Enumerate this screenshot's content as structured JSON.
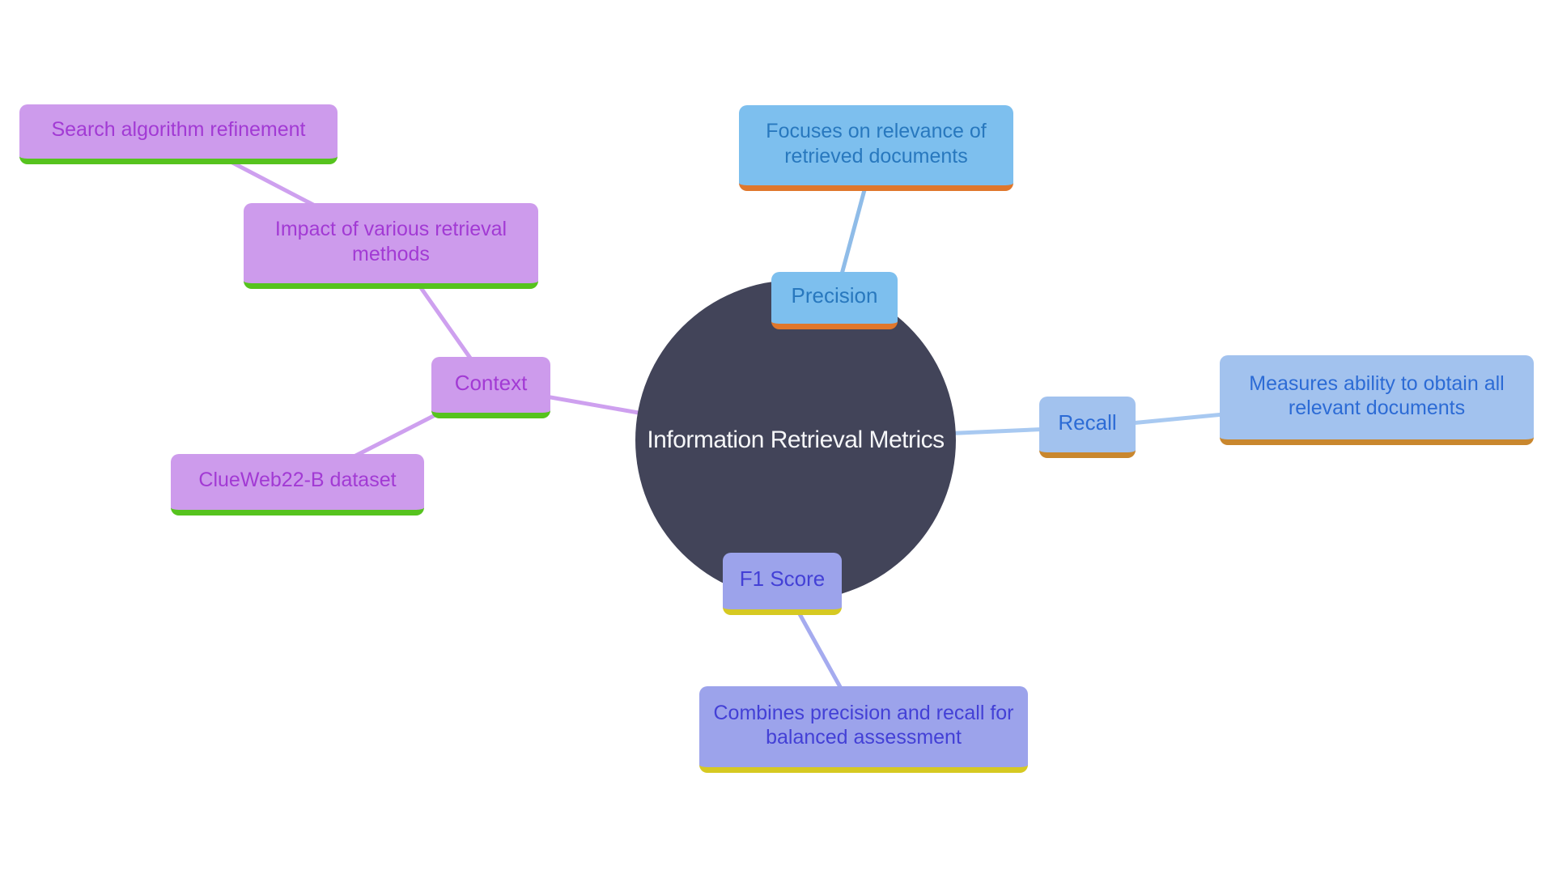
{
  "diagram": {
    "central": {
      "label": "Information Retrieval Metrics"
    },
    "nodes": {
      "precision": {
        "label": "Precision"
      },
      "precision_detail": {
        "label": "Focuses on relevance of retrieved documents"
      },
      "recall": {
        "label": "Recall"
      },
      "recall_detail": {
        "label": "Measures ability to obtain all relevant documents"
      },
      "f1": {
        "label": "F1 Score"
      },
      "f1_detail": {
        "label": "Combines precision and recall for balanced assessment"
      },
      "context": {
        "label": "Context"
      },
      "context_impact": {
        "label": "Impact of various retrieval methods"
      },
      "context_search": {
        "label": "Search algorithm refinement"
      },
      "context_dataset": {
        "label": "ClueWeb22-B dataset"
      }
    },
    "colors": {
      "central_circle": "#424459",
      "central_text": "#F5F6F8",
      "precision_bg": "#7DBFEE",
      "precision_text": "#2878BE",
      "precision_border": "#E0772B",
      "recall_bg": "#A2C2EE",
      "recall_text": "#2C6BD5",
      "recall_border": "#C9872E",
      "f1_bg": "#9CA3EB",
      "f1_text": "#4340D6",
      "f1_border": "#D6C922",
      "context_bg": "#CD9BEC",
      "context_text": "#A23AD4",
      "context_border": "#56C31E",
      "edge_purple": "#CEA0EF",
      "edge_blue_precision": "#8FBCE8",
      "edge_blue_recall": "#A8C9F1",
      "edge_periwinkle": "#A5ABEF"
    }
  }
}
